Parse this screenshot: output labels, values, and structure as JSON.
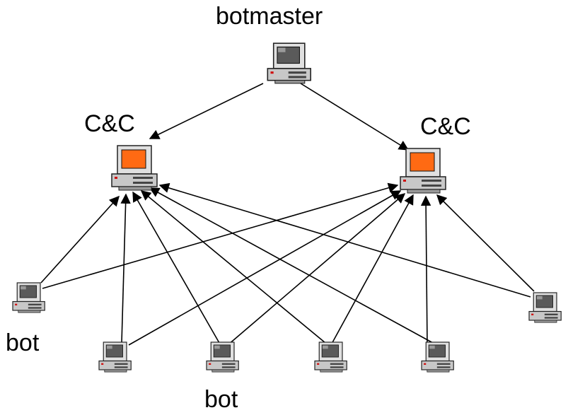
{
  "labels": {
    "botmaster": "botmaster",
    "cc_left": "C&C",
    "cc_right": "C&C",
    "bot_left": "bot",
    "bot_bottom": "bot"
  },
  "colors": {
    "edge": "#000000",
    "screen_cc": "#ff6a13",
    "screen_normal": "#5a5a5a",
    "case": "#c8c8c8",
    "indicator": "#d01010"
  },
  "icons": {
    "botmaster": "computer-icon",
    "cc": "computer-orange-screen-icon",
    "bot": "computer-icon"
  }
}
